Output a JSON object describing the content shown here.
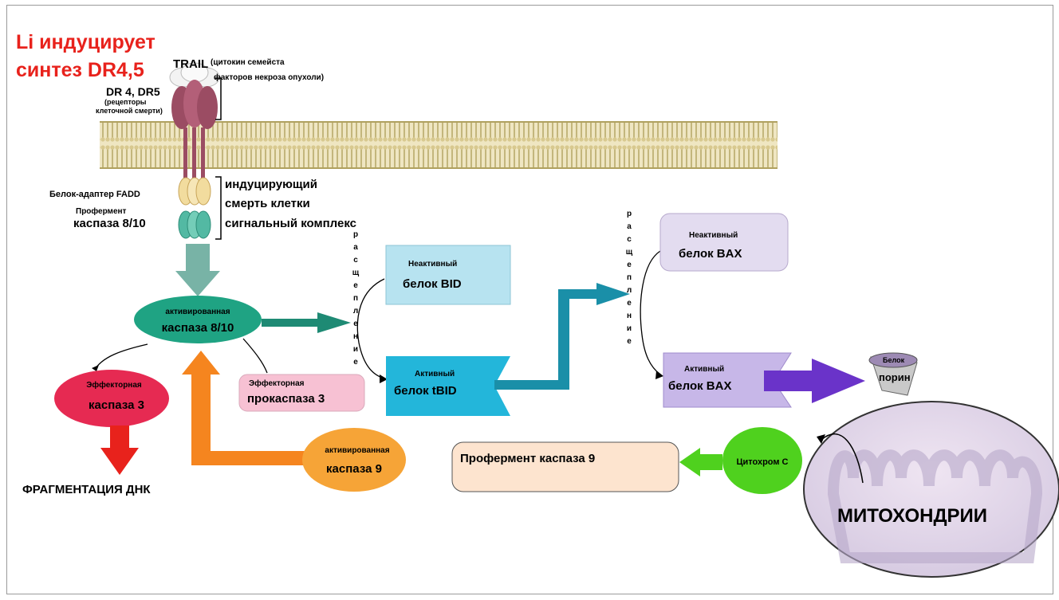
{
  "title": {
    "line1": "Li индуцирует",
    "line2": "синтез DR4,5",
    "color": "#e8221c"
  },
  "receptor": {
    "trail": "TRAIL",
    "trail_note1": "(цитокин семейста",
    "trail_note2": "факторов некроза опухоли)",
    "dr_name": "DR 4, DR5",
    "dr_note1": "(рецепторы",
    "dr_note2": "клеточной смерти)",
    "fadd": "Белок-адаптер FADD",
    "proferment": "Профермент",
    "caspase810": "каспаза 8/10",
    "complex1": "индуцирующий",
    "complex2": "смерть клетки",
    "complex3": "сигнальный комплекс"
  },
  "nodes": {
    "act_casp810": {
      "line1": "активированная",
      "line2": "каспаза 8/10",
      "color": "#1fa383"
    },
    "eff_casp3": {
      "line1": "Эффекторная",
      "line2": "каспаза 3",
      "color": "#e62a52"
    },
    "eff_procasp3": {
      "line1": "Эффекторная",
      "line2": "прокаспаза 3",
      "color": "#f7c1d3"
    },
    "inactive_bid": {
      "line1": "Неактивный",
      "line2": "белок BID",
      "color": "#b7e3f0"
    },
    "active_tbid": {
      "line1": "Активный",
      "line2": "белок tBID",
      "color": "#23b6da"
    },
    "inactive_bax": {
      "line1": "Неактивный",
      "line2": "белок BAX",
      "color": "#e3dcf0"
    },
    "active_bax": {
      "line1": "Активный",
      "line2": "белок BAX",
      "color": "#c7b7e8"
    },
    "porin": {
      "line1": "Белок",
      "line2": "порин"
    },
    "cytochrome": {
      "label": "Цитохром С",
      "color": "#4fd11e"
    },
    "act_casp9": {
      "line1": "активированная",
      "line2": "каспаза 9",
      "color": "#f6a437"
    },
    "proferment_casp9": {
      "label": "Профермент каспаза 9",
      "color": "#fde4cf"
    },
    "mito": {
      "label": "МИТОХОНДРИИ"
    },
    "dna": {
      "label": "ФРАГМЕНТАЦИЯ ДНК"
    }
  },
  "cleavage": {
    "letters": [
      "р",
      "а",
      "с",
      "щ",
      "е",
      "п",
      "л",
      "е",
      "н",
      "и",
      "е"
    ]
  },
  "colors": {
    "membrane": "#efe6c2",
    "membrane_line": "#b0a15f",
    "receptor": "#9b4c63",
    "teal_arrow": "#1e8a74",
    "blue_arrow": "#1a8fa8",
    "purple_arrow": "#6a33c9",
    "orange_arrow": "#f5851f",
    "red_arrow": "#e8221c"
  }
}
